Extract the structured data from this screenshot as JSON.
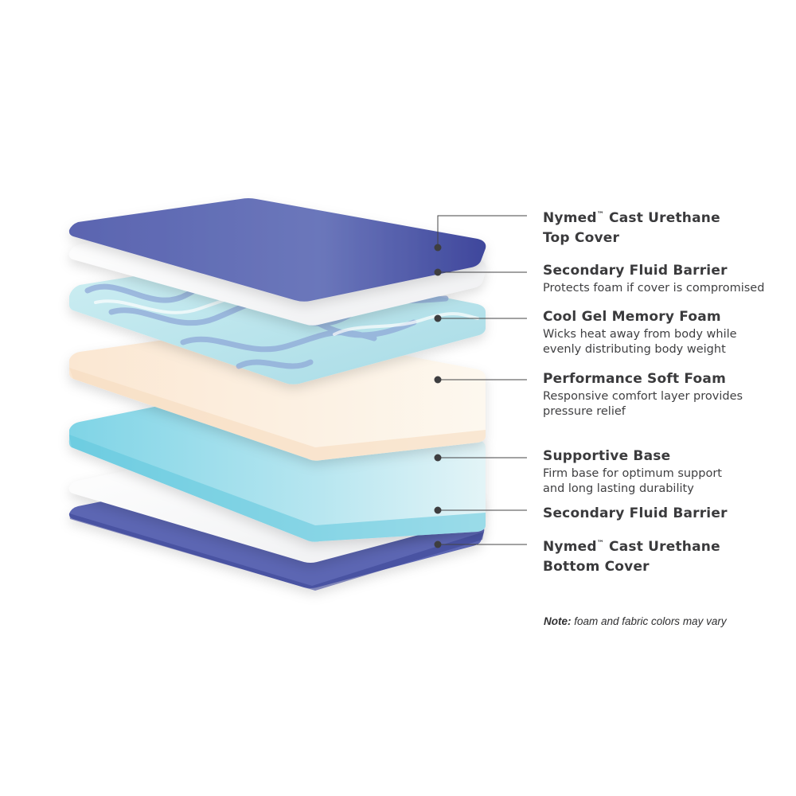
{
  "layers": [
    {
      "id": "top-cover",
      "title_a": "Nymed",
      "tm": "™",
      "title_b": " Cast Urethane",
      "title_c": "Top Cover",
      "desc": []
    },
    {
      "id": "fluid-barrier-1",
      "title_a": "Secondary Fluid Barrier",
      "desc": [
        "Protects foam if cover is compromised"
      ]
    },
    {
      "id": "gel-foam",
      "title_a": "Cool Gel Memory Foam",
      "desc": [
        "Wicks heat away from body while",
        "evenly distributing body weight"
      ]
    },
    {
      "id": "soft-foam",
      "title_a": "Performance Soft Foam",
      "desc": [
        "Responsive comfort layer provides",
        "pressure relief"
      ]
    },
    {
      "id": "base",
      "title_a": "Supportive Base",
      "desc": [
        "Firm base for optimum support",
        "and long lasting durability"
      ]
    },
    {
      "id": "fluid-barrier-2",
      "title_a": "Secondary Fluid Barrier",
      "desc": []
    },
    {
      "id": "bottom-cover",
      "title_a": "Nymed",
      "tm": "™",
      "title_b": " Cast Urethane",
      "title_c": "Bottom Cover",
      "desc": []
    }
  ],
  "note": {
    "bold": "Note:",
    "text": " foam and fabric colors may vary"
  },
  "colors": {
    "cover": "#5b67b4",
    "barrier": "#f7f7f8",
    "gel": "#bfe6ee",
    "soft": "#fbf0e0",
    "base": "#8fd9ea",
    "text": "#3a3a3c"
  }
}
